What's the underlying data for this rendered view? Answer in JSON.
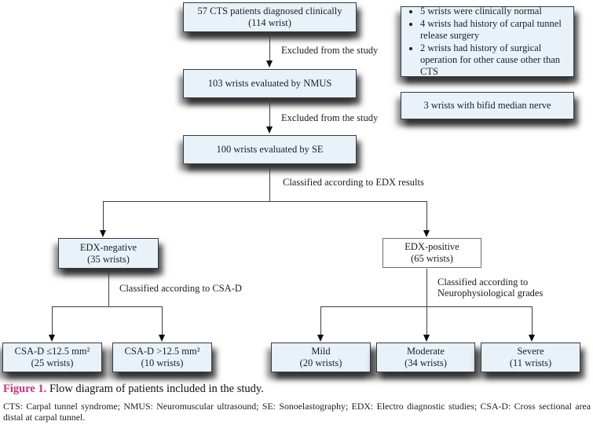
{
  "figure": {
    "flow": {
      "top_box": {
        "line1": "57 CTS patients diagnosed clinically",
        "line2": "(114 wrist)"
      },
      "nmus_box": "103 wrists evaluated by NMUS",
      "se_box": "100 wrists evaluated by SE",
      "edx_negative": {
        "line1": "EDX-negative",
        "line2": "(35 wrists)"
      },
      "edx_positive": {
        "line1": "EDX-positive",
        "line2": "(65 wrists)"
      },
      "csa_low": {
        "line1": "CSA-D ≤12.5 mm²",
        "line2": "(25 wrists)"
      },
      "csa_high": {
        "line1": "CSA-D >12.5 mm²",
        "line2": "(10 wrists)"
      },
      "mild": {
        "line1": "Mild",
        "line2": "(20 wrists)"
      },
      "moderate": {
        "line1": "Moderate",
        "line2": "(34 wrists)"
      },
      "severe": {
        "line1": "Severe",
        "line2": "(11 wrists)"
      }
    },
    "exclusion_notes": {
      "bullets": [
        "5 wrists were clinically normal",
        "4 wrists had history of carpal tunnel release surgery",
        "2 wrists had history of surgical operation for other cause other than CTS"
      ],
      "bifid": "3 wrists with bifid median nerve"
    },
    "edge_labels": {
      "excluded_1": "Excluded from the study",
      "excluded_2": "Excluded from the study",
      "edx_split": "Classified according to EDX results",
      "csa_split": "Classified according to CSA-D",
      "neuro_split_line1": "Classified according to",
      "neuro_split_line2": "Neurophysiological grades"
    }
  },
  "caption": {
    "label": "Figure 1.",
    "text": " Flow diagram of patients included in the study."
  },
  "footnote": "CTS: Carpal tunnel syndrome; NMUS: Neuromuscular ultrasound; SE: Sonoelastography; EDX: Electro diagnostic studies; CSA-D: Cross sectional area distal at carpal tunnel.",
  "colors": {
    "box_fill": "#e9f1f9",
    "box_border": "#333c46",
    "line": "#3d3d3d",
    "caption_accent": "#d62e7e"
  }
}
